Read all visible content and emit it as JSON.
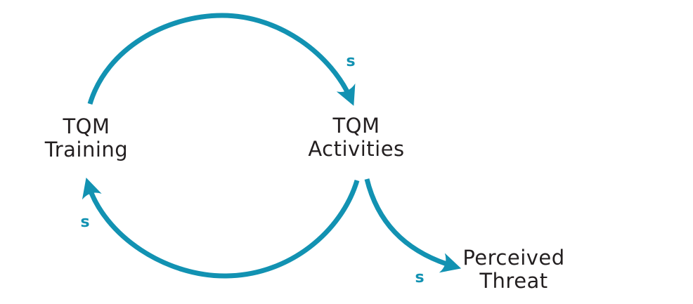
{
  "diagram": {
    "type": "causal-loop",
    "nodes": [
      {
        "id": "tqm-training",
        "line1": "TQM",
        "line2": "Training"
      },
      {
        "id": "tqm-activities",
        "line1": "TQM",
        "line2": "Activities"
      },
      {
        "id": "perceived-threat",
        "line1": "Perceived",
        "line2": "Threat"
      }
    ],
    "links": [
      {
        "from": "TQM Training",
        "to": "TQM Activities",
        "polarity": "s",
        "shape": "arc-over-top"
      },
      {
        "from": "TQM Activities",
        "to": "TQM Training",
        "polarity": "s",
        "shape": "arc-under-bottom"
      },
      {
        "from": "TQM Activities",
        "to": "Perceived Threat",
        "polarity": "s",
        "shape": "curve-down-right"
      }
    ]
  },
  "colors": {
    "accent": "#1292B2",
    "text": "#231F20",
    "background": "#FFFFFF"
  }
}
